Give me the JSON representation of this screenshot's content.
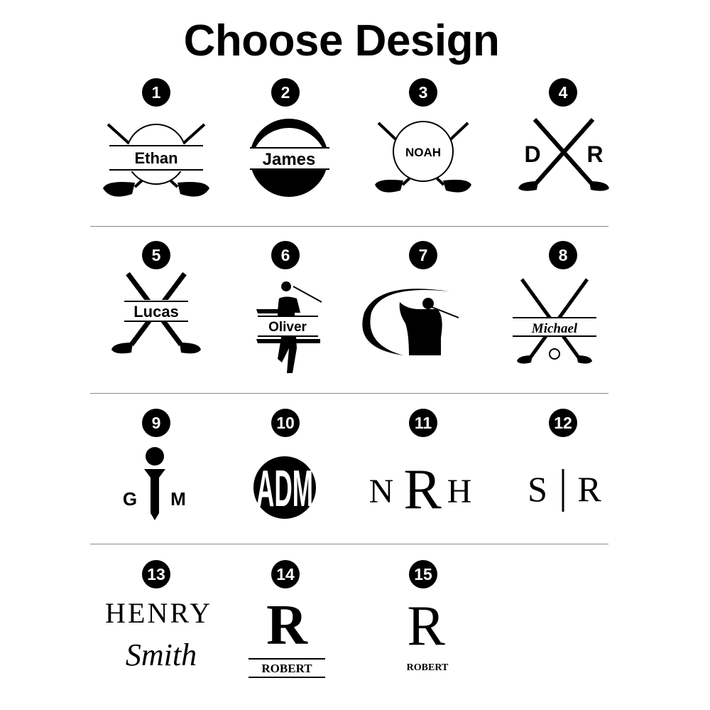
{
  "title": "Choose Design",
  "designs": [
    {
      "number": "1",
      "text": "Ethan"
    },
    {
      "number": "2",
      "text": "James"
    },
    {
      "number": "3",
      "text": "NOAH"
    },
    {
      "number": "4",
      "left": "D",
      "right": "R"
    },
    {
      "number": "5",
      "text": "Lucas"
    },
    {
      "number": "6",
      "text": "Oliver"
    },
    {
      "number": "7"
    },
    {
      "number": "8",
      "text": "Michael"
    },
    {
      "number": "9",
      "left": "G",
      "right": "M"
    },
    {
      "number": "10",
      "text": "ADM"
    },
    {
      "number": "11",
      "left": "N",
      "center": "R",
      "right": "H"
    },
    {
      "number": "12",
      "left": "S",
      "right": "R"
    },
    {
      "number": "13",
      "line1": "HENRY",
      "line2": "Smith"
    },
    {
      "number": "14",
      "letter": "R",
      "text": "ROBERT"
    },
    {
      "number": "15",
      "letter": "R",
      "text": "ROBERT"
    }
  ]
}
